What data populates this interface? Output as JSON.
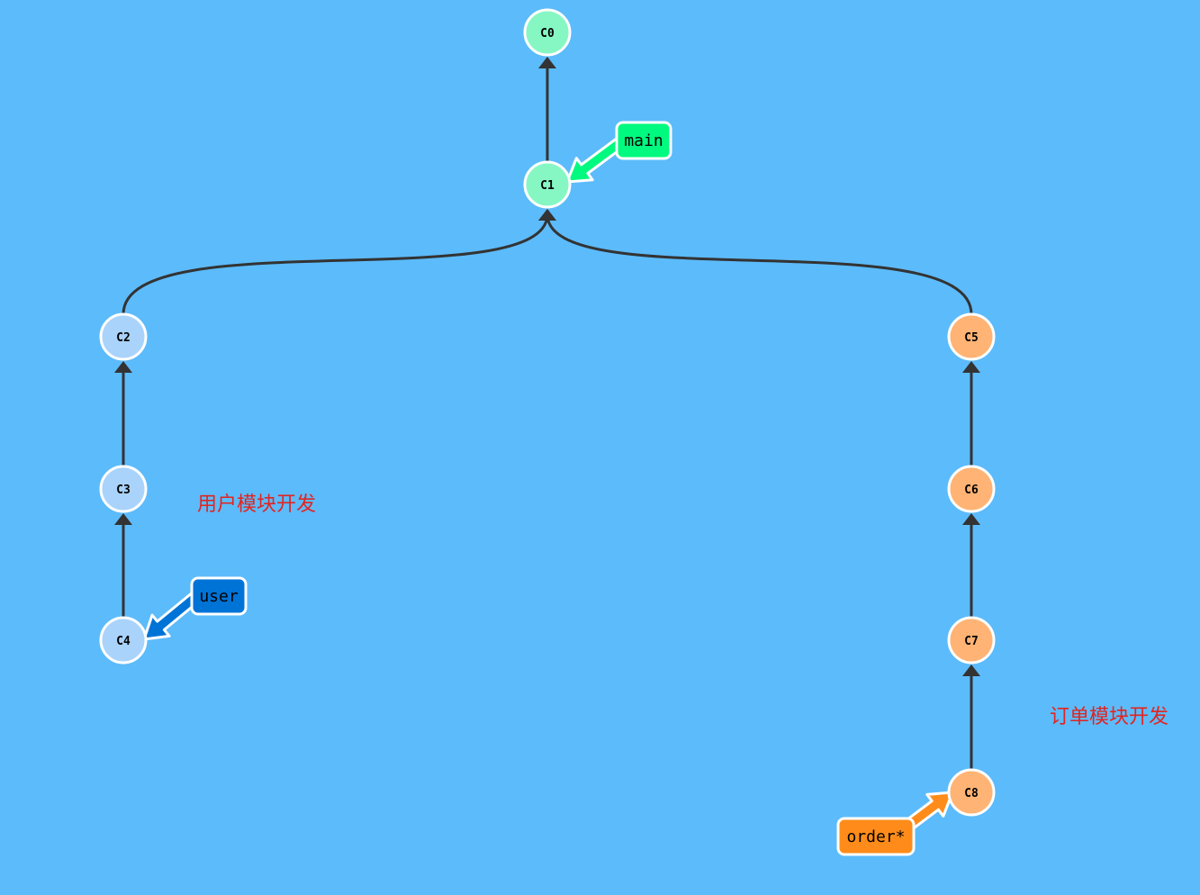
{
  "colors": {
    "background": "#5cbbfb",
    "edge": "#333333",
    "main_commit": "#86f7c3",
    "user_commit": "#a9d3fb",
    "order_commit": "#ffb374",
    "main_branch": "#00fa7f",
    "user_branch": "#0073d7",
    "order_branch": "#ff8c1a",
    "note": "#e2241f"
  },
  "commits": [
    {
      "id": "C0",
      "branch": "main",
      "parent": null
    },
    {
      "id": "C1",
      "branch": "main",
      "parent": "C0"
    },
    {
      "id": "C2",
      "branch": "user",
      "parent": "C1"
    },
    {
      "id": "C3",
      "branch": "user",
      "parent": "C2"
    },
    {
      "id": "C4",
      "branch": "user",
      "parent": "C3"
    },
    {
      "id": "C5",
      "branch": "order",
      "parent": "C1"
    },
    {
      "id": "C6",
      "branch": "order",
      "parent": "C5"
    },
    {
      "id": "C7",
      "branch": "order",
      "parent": "C6"
    },
    {
      "id": "C8",
      "branch": "order",
      "parent": "C7"
    }
  ],
  "branches": [
    {
      "name": "main",
      "target": "C1"
    },
    {
      "name": "user",
      "target": "C4"
    },
    {
      "name": "order*",
      "target": "C8"
    }
  ],
  "notes": {
    "user_module": "用户模块开发",
    "order_module": "订单模块开发"
  }
}
